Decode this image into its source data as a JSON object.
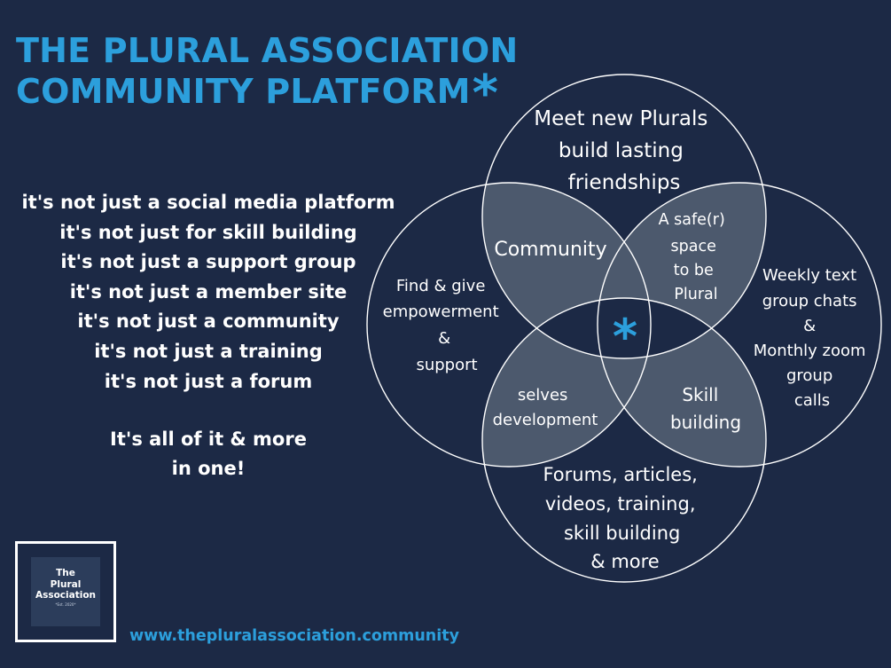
{
  "header": {
    "title_line1": "THE PLURAL ASSOCIATION",
    "title_line2": "COMMUNITY PLATFORM",
    "title_asterisk": "*"
  },
  "not_list": [
    "it's not just a social media platform",
    "it's not just for skill building",
    "it's not just a support group",
    "it's not just a member site",
    "it's not just a community",
    "it's not just a training",
    "it's not just a forum"
  ],
  "tagline": {
    "line1": "It's all of it & more",
    "line2": "in one!"
  },
  "venn": {
    "circles": {
      "top": [
        "Meet new Plurals",
        "build lasting",
        "friendships"
      ],
      "left": [
        "Find & give",
        "empowerment",
        "&",
        "support"
      ],
      "right": [
        "Weekly text",
        "group chats",
        "&",
        "Monthly zoom",
        "group",
        "calls"
      ],
      "bottom": [
        "Forums, articles,",
        "videos, training,",
        "skill building",
        "& more"
      ]
    },
    "overlaps": {
      "top_left": [
        "Community"
      ],
      "top_right": [
        "A safe(r)",
        "space",
        "to be",
        "Plural"
      ],
      "bottom_left": [
        "selves",
        "development"
      ],
      "bottom_right": [
        "Skill",
        "building"
      ],
      "center": "*"
    }
  },
  "logo": {
    "line1": "The",
    "line2": "Plural",
    "line3": "Association",
    "est": "*Est. 2020*"
  },
  "website": "www.thepluralassociation.community",
  "colors": {
    "background": "#1c2945",
    "accent_blue": "#2c9fdc",
    "overlap_fill": "#4c596d",
    "center_fill": "#1c2945",
    "text": "#ffffff"
  }
}
